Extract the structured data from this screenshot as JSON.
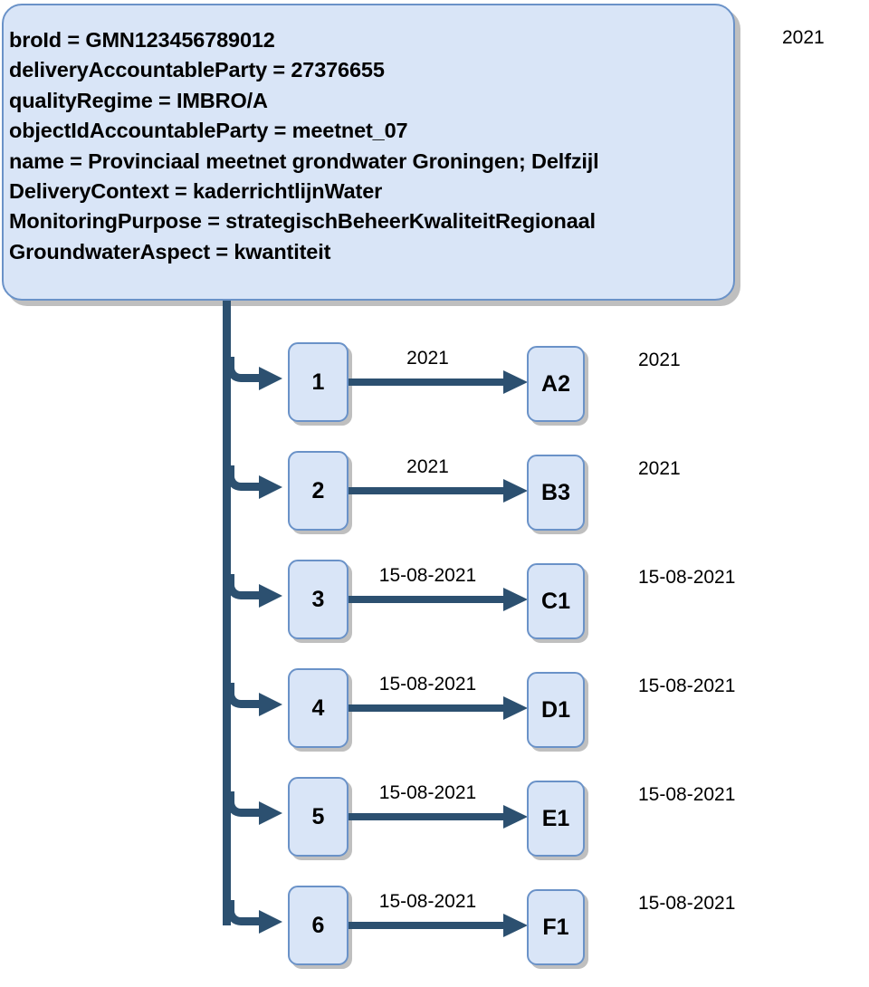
{
  "diagram": {
    "type": "tree",
    "title_label": "2021",
    "colors": {
      "node_fill": "#d9e5f7",
      "node_border": "#6a92c8",
      "connector": "#2c5070",
      "shadow": "#bfbfbf",
      "text": "#000000",
      "background": "#ffffff"
    }
  },
  "main_card": {
    "attributes": [
      "broId = GMN123456789012",
      "deliveryAccountableParty = 27376655",
      "qualityRegime = IMBRO/A",
      "objectIdAccountableParty = meetnet_07",
      "name = Provinciaal meetnet grondwater Groningen; Delfzijl",
      "DeliveryContext = kaderrichtlijnWater",
      "MonitoringPurpose = strategischBeheerKwaliteitRegionaal",
      "GroundwaterAspect = kwantiteit"
    ]
  },
  "rows": [
    {
      "left_node": "1",
      "edge_label": "2021",
      "right_node": "A2",
      "note": "2021"
    },
    {
      "left_node": "2",
      "edge_label": "2021",
      "right_node": "B3",
      "note": "2021"
    },
    {
      "left_node": "3",
      "edge_label": "15-08-2021",
      "right_node": "C1",
      "note": "15-08-2021"
    },
    {
      "left_node": "4",
      "edge_label": "15-08-2021",
      "right_node": "D1",
      "note": "15-08-2021"
    },
    {
      "left_node": "5",
      "edge_label": "15-08-2021",
      "right_node": "E1",
      "note": "15-08-2021"
    },
    {
      "left_node": "6",
      "edge_label": "15-08-2021",
      "right_node": "F1",
      "note": "15-08-2021"
    }
  ]
}
